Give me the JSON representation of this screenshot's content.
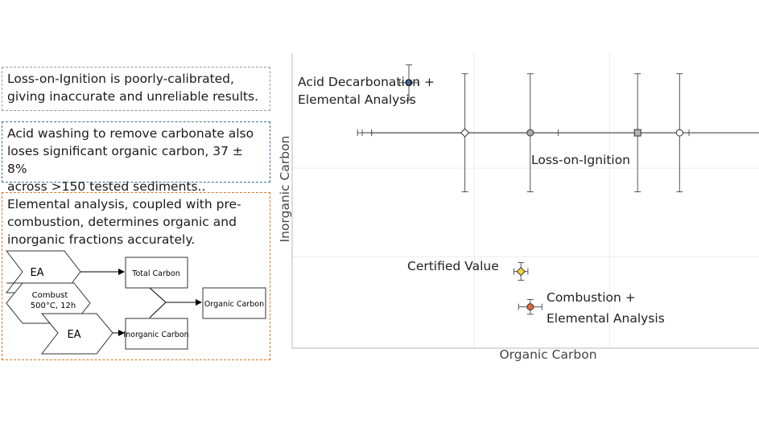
{
  "notes": {
    "loi_line1": "Loss-on-Ignition is poorly-calibrated,",
    "loi_line2": "giving inaccurate and unreliable results.",
    "acid_line1": "Acid washing to remove carbonate also",
    "acid_line2": "loses significant organic carbon, 37 ± 8%",
    "acid_line3": "across >150 tested sediments..",
    "ea_line1": "Elemental analysis, coupled with pre-",
    "ea_line2": "combustion, determines organic and",
    "ea_line3": "inorganic fractions accurately."
  },
  "flowchart": {
    "ea_top": "EA",
    "combust_line1": "Combust",
    "combust_line2": "500°C, 12h",
    "ea_bottom": "EA",
    "total_carbon": "Total Carbon",
    "inorganic_carbon": "Inorganic Carbon",
    "organic_carbon": "Organic Carbon"
  },
  "chart_data": {
    "type": "scatter",
    "xlabel": "Organic Carbon",
    "ylabel": "Inorganic Carbon",
    "grid": true,
    "annotations": {
      "acid_line1": "Acid Decarbonation +",
      "acid_line2": "Elemental Analysis",
      "loi": "Loss-on-Ignition",
      "certified": "Certified Value",
      "comb_line1": "Combustion +",
      "comb_line2": "Elemental Analysis"
    },
    "points": [
      {
        "x": 0.25,
        "y": 0.9,
        "xerr": 0.02,
        "yerr": 0.06,
        "marker": "circle",
        "color": "#3a6ea5"
      },
      {
        "x": 0.37,
        "y": 0.73,
        "xerr": 0.2,
        "yerr": 0.2,
        "marker": "diamond",
        "color": "#ffffff"
      },
      {
        "x": 0.51,
        "y": 0.73,
        "xerr": 0.34,
        "yerr": 0.2,
        "marker": "circle",
        "color": "#aaaaaa"
      },
      {
        "x": 0.74,
        "y": 0.73,
        "xerr": 0.59,
        "yerr": 0.2,
        "marker": "square",
        "color": "#b4b4b4"
      },
      {
        "x": 0.83,
        "y": 0.73,
        "xerr": 0.69,
        "yerr": 0.2,
        "marker": "circle",
        "color": "#ffffff"
      },
      {
        "x": 0.49,
        "y": 0.26,
        "xerr": 0.015,
        "yerr": 0.03,
        "marker": "diamond",
        "color": "#f2d23c"
      },
      {
        "x": 0.51,
        "y": 0.14,
        "xerr": 0.025,
        "yerr": 0.025,
        "marker": "circle",
        "color": "#dd6a3c"
      }
    ]
  }
}
